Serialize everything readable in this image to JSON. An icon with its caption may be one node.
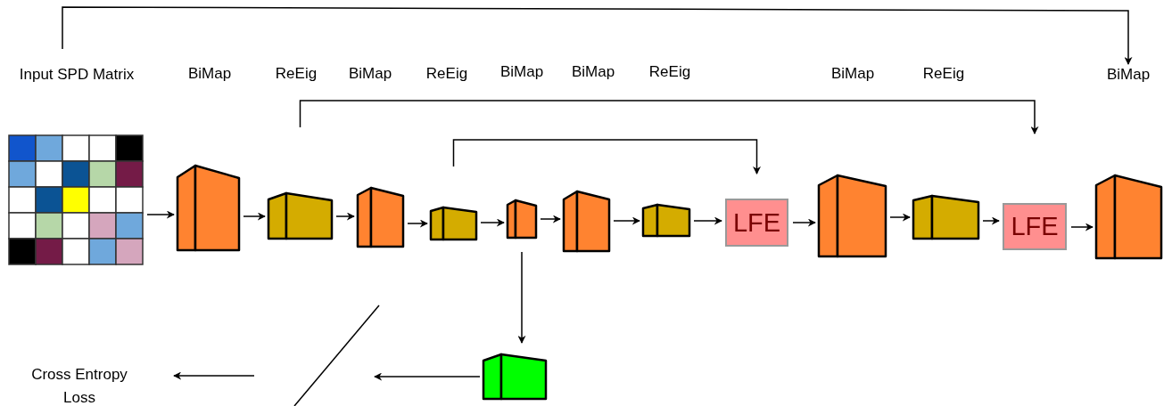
{
  "diagram": {
    "nodes": [
      {
        "text": [],
        "shape": "grid",
        "beside": [
          "Input SPD Matrix"
        ]
      },
      {
        "text": [],
        "shape": "block"
      },
      {
        "text": [],
        "shape": "block"
      },
      {
        "text": [],
        "shape": "block"
      },
      {
        "text": [],
        "shape": "block"
      },
      {
        "text": [],
        "shape": "block"
      },
      {
        "text": [],
        "shape": "block"
      },
      {
        "text": [],
        "shape": "block"
      },
      {
        "text": [
          "LFE"
        ]
      },
      {
        "text": [],
        "shape": "block"
      },
      {
        "text": [],
        "shape": "block"
      },
      {
        "text": [
          "LFE"
        ]
      },
      {
        "text": [],
        "shape": "block"
      },
      {
        "text": [],
        "shape": "block"
      },
      {
        "text": [
          "Cross Entropy Loss"
        ]
      },
      {
        "text": [
          "BiMap"
        ]
      }
    ],
    "edges": [
      {
        "from": 0,
        "to": 1,
        "arrow": "to"
      },
      {
        "from": 1,
        "to": 2,
        "arrow": "to"
      },
      {
        "from": 2,
        "to": 3,
        "arrow": "to"
      },
      {
        "from": 3,
        "to": 4,
        "arrow": "to"
      },
      {
        "from": 4,
        "to": 5,
        "arrow": "to"
      },
      {
        "from": 5,
        "to": 6,
        "arrow": "to"
      },
      {
        "from": 6,
        "to": 7,
        "arrow": "to"
      },
      {
        "from": 7,
        "to": 8,
        "arrow": "to"
      },
      {
        "from": 8,
        "to": 9,
        "arrow": "to"
      },
      {
        "from": 9,
        "to": 10,
        "arrow": "to"
      },
      {
        "from": 10,
        "to": 11,
        "arrow": "to"
      },
      {
        "from": 11,
        "to": 12,
        "arrow": "to"
      },
      {
        "from": 0,
        "to": 15,
        "arrow": "to"
      },
      {
        "from": 2,
        "to": 11,
        "arrow": "to"
      },
      {
        "from": 4,
        "to": 8,
        "arrow": "to"
      },
      {
        "from": 5,
        "to": 13,
        "arrow": "to"
      },
      {
        "from": 13,
        "to": null,
        "arrow": "to"
      },
      {
        "from": null,
        "to": 14,
        "arrow": "to"
      }
    ],
    "labels": [
      "BiMap",
      "ReEig",
      "BiMap",
      "ReEig",
      "BiMap",
      "BiMap",
      "ReEig",
      "BiMap",
      "ReEig"
    ]
  }
}
